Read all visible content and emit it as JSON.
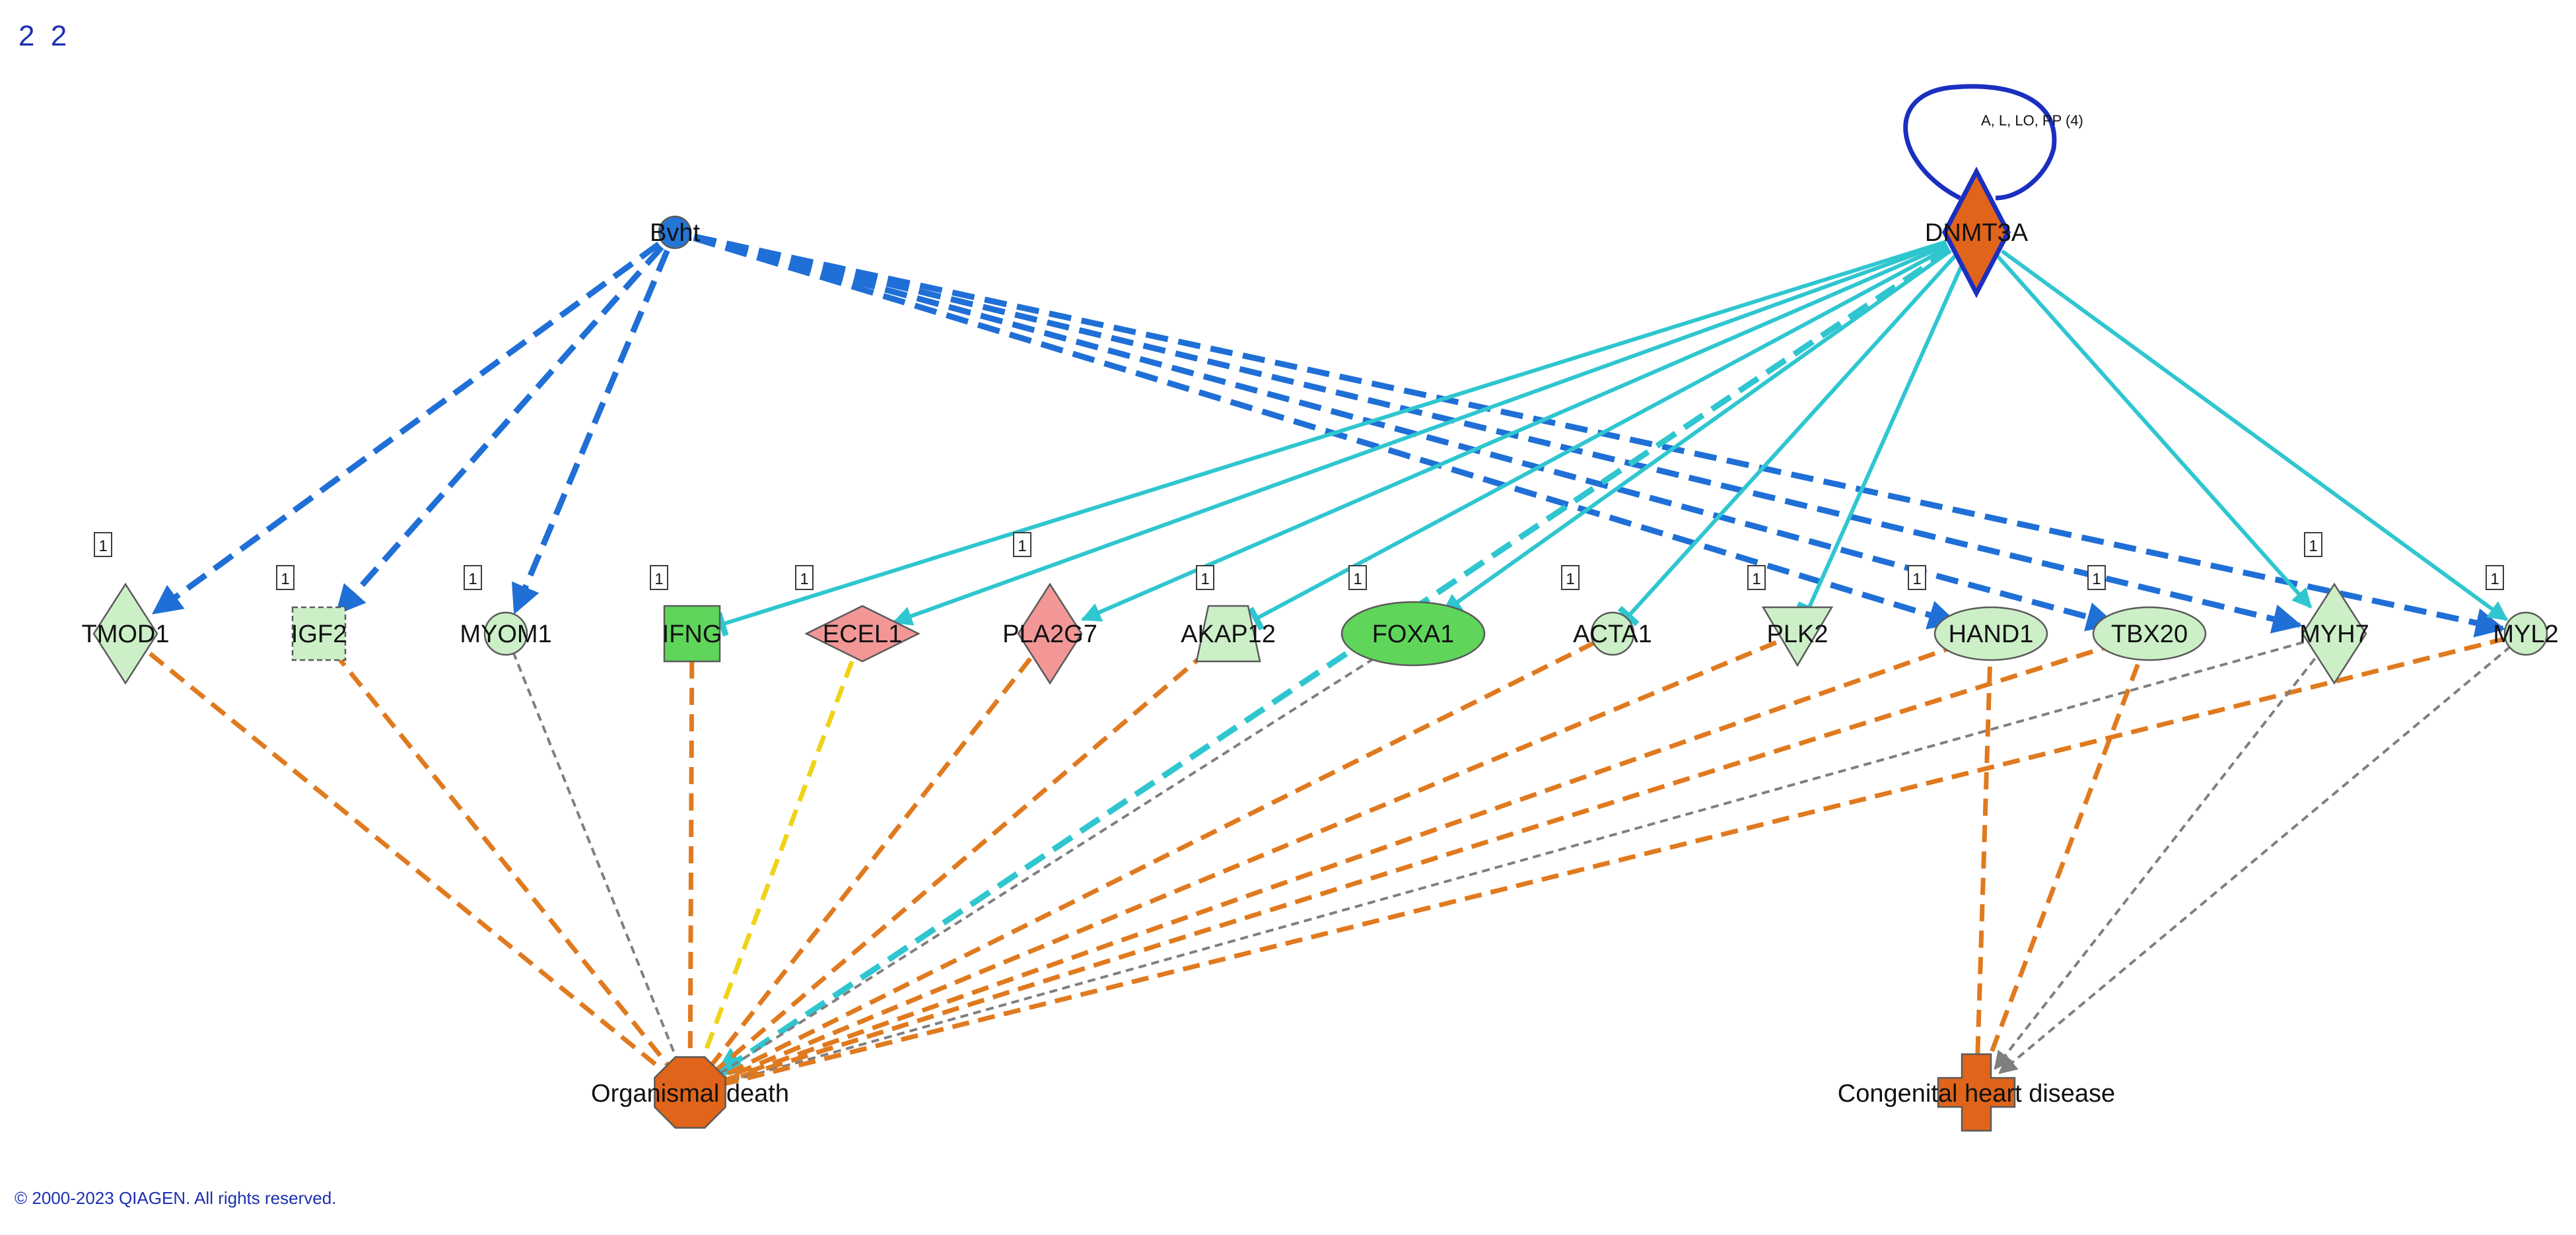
{
  "page_number": "2 2",
  "copyright": "© 2000-2023 QIAGEN. All rights reserved.",
  "colors": {
    "activation_dashed": "#1f6fd6",
    "upstream_solid": "#2fc6cf",
    "disease_orange": "#e07a1f",
    "inconsistent_gray": "#7f7f7f",
    "yellow": "#f0d316",
    "self_loop": "#1a2fc0",
    "node_green_light": "#ccefc8",
    "node_green": "#5fd65a",
    "node_pink": "#f29696",
    "node_orange": "#e0641a",
    "node_blue": "#2476d6"
  },
  "nodes": {
    "bvht": {
      "label": "Bvht",
      "shape": "circle"
    },
    "dnmt3a": {
      "label": "DNMT3A",
      "shape": "diamond",
      "self_loop_label": "A, L, LO, PP (4)"
    },
    "tmod1": {
      "label": "TMOD1",
      "shape": "diamond",
      "badge": "1"
    },
    "igf2": {
      "label": "IGF2",
      "shape": "dashed-square",
      "badge": "1"
    },
    "myom1": {
      "label": "MYOM1",
      "shape": "circle",
      "badge": "1"
    },
    "ifng": {
      "label": "IFNG",
      "shape": "square",
      "badge": "1"
    },
    "ecel1": {
      "label": "ECEL1",
      "shape": "flat-diamond",
      "badge": "1"
    },
    "pla2g7": {
      "label": "PLA2G7",
      "shape": "diamond",
      "badge": "1"
    },
    "akap12": {
      "label": "AKAP12",
      "shape": "trapezoid",
      "badge": "1"
    },
    "foxa1": {
      "label": "FOXA1",
      "shape": "ellipse",
      "badge": "1"
    },
    "acta1": {
      "label": "ACTA1",
      "shape": "circle",
      "badge": "1"
    },
    "plk2": {
      "label": "PLK2",
      "shape": "triangle-down",
      "badge": "1"
    },
    "hand1": {
      "label": "HAND1",
      "shape": "ellipse",
      "badge": "1"
    },
    "tbx20": {
      "label": "TBX20",
      "shape": "ellipse",
      "badge": "1"
    },
    "myh7": {
      "label": "MYH7",
      "shape": "diamond",
      "badge": "1"
    },
    "myl2": {
      "label": "MYL2",
      "shape": "circle",
      "badge": "1"
    },
    "organismal_death": {
      "label": "Organismal death",
      "shape": "octagon"
    },
    "congenital_heart_disease": {
      "label": "Congenital heart disease",
      "shape": "cross"
    }
  },
  "edges": [
    {
      "from": "bvht",
      "to": "tmod1",
      "style": "activation_dashed",
      "end": "arrow"
    },
    {
      "from": "bvht",
      "to": "igf2",
      "style": "activation_dashed",
      "end": "arrow"
    },
    {
      "from": "bvht",
      "to": "myom1",
      "style": "activation_dashed",
      "end": "arrow"
    },
    {
      "from": "bvht",
      "to": "hand1",
      "style": "activation_dashed",
      "end": "arrow"
    },
    {
      "from": "bvht",
      "to": "tbx20",
      "style": "activation_dashed",
      "end": "arrow"
    },
    {
      "from": "bvht",
      "to": "myh7",
      "style": "activation_dashed",
      "end": "arrow"
    },
    {
      "from": "bvht",
      "to": "myl2",
      "style": "activation_dashed",
      "end": "arrow"
    },
    {
      "from": "dnmt3a",
      "to": "ifng",
      "style": "upstream_solid",
      "end": "bar"
    },
    {
      "from": "dnmt3a",
      "to": "ecel1",
      "style": "upstream_solid",
      "end": "arrow"
    },
    {
      "from": "dnmt3a",
      "to": "pla2g7",
      "style": "upstream_solid",
      "end": "arrow"
    },
    {
      "from": "dnmt3a",
      "to": "akap12",
      "style": "upstream_solid",
      "end": "bar"
    },
    {
      "from": "dnmt3a",
      "to": "foxa1",
      "style": "upstream_solid",
      "end": "arrow"
    },
    {
      "from": "dnmt3a",
      "to": "organismal_death",
      "style": "upstream_dashed",
      "end": "arrow"
    },
    {
      "from": "dnmt3a",
      "to": "acta1",
      "style": "upstream_solid",
      "end": "bar"
    },
    {
      "from": "dnmt3a",
      "to": "plk2",
      "style": "upstream_solid",
      "end": "bar"
    },
    {
      "from": "dnmt3a",
      "to": "myh7",
      "style": "upstream_solid",
      "end": "arrow"
    },
    {
      "from": "dnmt3a",
      "to": "myl2",
      "style": "upstream_solid",
      "end": "arrow"
    },
    {
      "from": "tmod1",
      "to": "organismal_death",
      "style": "disease_orange",
      "end": "none"
    },
    {
      "from": "igf2",
      "to": "organismal_death",
      "style": "disease_orange",
      "end": "none"
    },
    {
      "from": "myom1",
      "to": "organismal_death",
      "style": "inconsistent_gray",
      "end": "none"
    },
    {
      "from": "ifng",
      "to": "organismal_death",
      "style": "disease_orange",
      "end": "none"
    },
    {
      "from": "ecel1",
      "to": "organismal_death",
      "style": "yellow",
      "end": "none"
    },
    {
      "from": "pla2g7",
      "to": "organismal_death",
      "style": "disease_orange",
      "end": "none"
    },
    {
      "from": "akap12",
      "to": "organismal_death",
      "style": "disease_orange",
      "end": "none"
    },
    {
      "from": "foxa1",
      "to": "organismal_death",
      "style": "inconsistent_gray",
      "end": "none"
    },
    {
      "from": "acta1",
      "to": "organismal_death",
      "style": "disease_orange",
      "end": "none"
    },
    {
      "from": "plk2",
      "to": "organismal_death",
      "style": "disease_orange",
      "end": "none"
    },
    {
      "from": "hand1",
      "to": "organismal_death",
      "style": "disease_orange",
      "end": "none"
    },
    {
      "from": "tbx20",
      "to": "organismal_death",
      "style": "disease_orange",
      "end": "none"
    },
    {
      "from": "myh7",
      "to": "organismal_death",
      "style": "inconsistent_gray",
      "end": "none"
    },
    {
      "from": "myl2",
      "to": "organismal_death",
      "style": "disease_orange",
      "end": "none"
    },
    {
      "from": "hand1",
      "to": "congenital_heart_disease",
      "style": "disease_orange",
      "end": "none"
    },
    {
      "from": "tbx20",
      "to": "congenital_heart_disease",
      "style": "disease_orange",
      "end": "none"
    },
    {
      "from": "myh7",
      "to": "congenital_heart_disease",
      "style": "inconsistent_gray",
      "end": "arrow"
    },
    {
      "from": "myl2",
      "to": "congenital_heart_disease",
      "style": "inconsistent_gray",
      "end": "arrow"
    }
  ]
}
